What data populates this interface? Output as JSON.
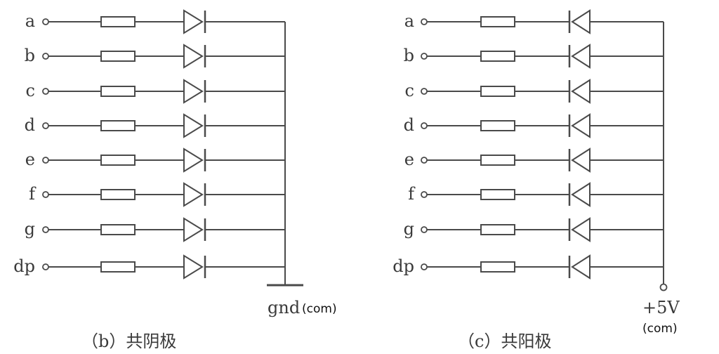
{
  "colors": {
    "line": "#4a4a4a",
    "text": "#3a3a3a",
    "background": "#ffffff"
  },
  "segments": [
    "a",
    "b",
    "c",
    "d",
    "e",
    "f",
    "g",
    "dp"
  ],
  "left_panel": {
    "caption": "（b）共阴极",
    "common_terminal": "gnd",
    "common_note": "(com)",
    "diode_direction": "right"
  },
  "right_panel": {
    "caption": "（c）共阳极",
    "common_terminal": "+5V",
    "common_note": "(com)",
    "diode_direction": "left"
  }
}
